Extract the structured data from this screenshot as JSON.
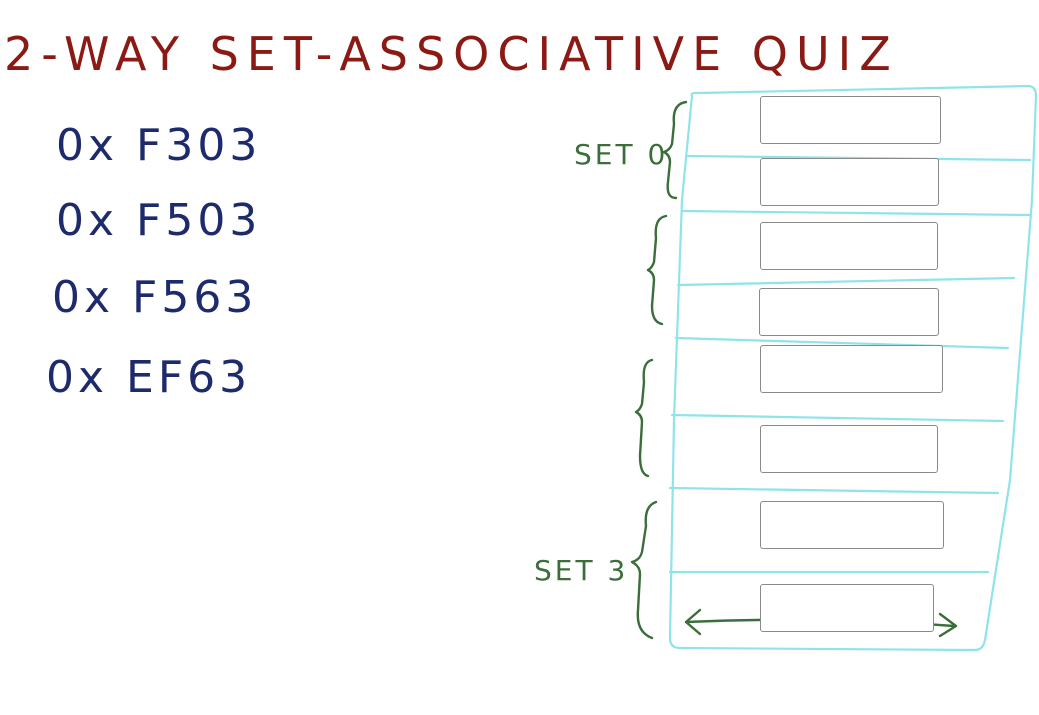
{
  "title": "2-WAY SET-ASSOCIATIVE QUIZ",
  "addresses": [
    "0x F303",
    "0x F503",
    "0x F563",
    "0x EF63"
  ],
  "set_labels": {
    "set0": "SET 0",
    "set3": "SET 3"
  },
  "answers": [
    {
      "value": ""
    },
    {
      "value": ""
    },
    {
      "value": ""
    },
    {
      "value": ""
    },
    {
      "value": ""
    },
    {
      "value": ""
    },
    {
      "value": ""
    },
    {
      "value": ""
    }
  ],
  "colors": {
    "title": "#8b1a14",
    "addresses": "#1d2a6b",
    "annotations": "#3b6e3b",
    "cache_grid": "#8fe3ea"
  }
}
